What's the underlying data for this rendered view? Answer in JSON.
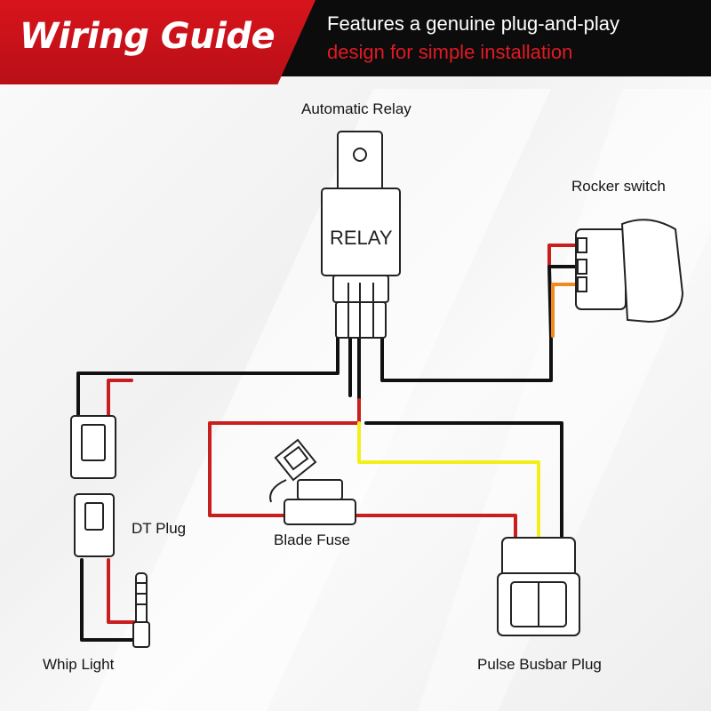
{
  "header": {
    "title": "Wiring Guide",
    "line1": "Features a genuine plug-and-play",
    "line2": "design for simple installation"
  },
  "relay": {
    "label": "Automatic Relay",
    "body_text": "RELAY"
  },
  "rocker_switch": {
    "label": "Rocker switch"
  },
  "dt_plug": {
    "label": "DT Plug"
  },
  "blade_fuse": {
    "label": "Blade Fuse"
  },
  "whip_light": {
    "label": "Whip Light"
  },
  "busbar_plug": {
    "label": "Pulse Busbar Plug"
  },
  "colors": {
    "brand_red": "#d8141c",
    "wire_black": "#111111",
    "wire_red": "#c81e1e",
    "wire_yellow": "#f3ef1a",
    "wire_orange": "#f08a1c"
  }
}
